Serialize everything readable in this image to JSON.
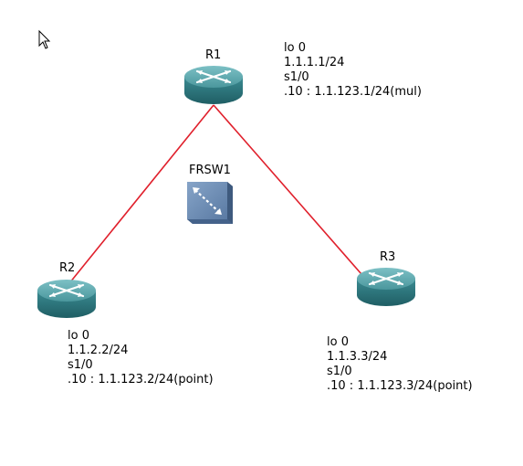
{
  "nodes": {
    "r1": {
      "name": "R1",
      "info": [
        "lo 0",
        "1.1.1.1/24",
        "s1/0",
        ".10 : 1.1.123.1/24(mul)"
      ]
    },
    "r2": {
      "name": "R2",
      "info": [
        "lo 0",
        "1.1.2.2/24",
        "s1/0",
        ".10 : 1.1.123.2/24(point)"
      ]
    },
    "r3": {
      "name": "R3",
      "info": [
        "lo 0",
        "1.1.3.3/24",
        "s1/0",
        ".10 : 1.1.123.3/24(point)"
      ]
    },
    "frsw1": {
      "name": "FRSW1"
    }
  },
  "links": [
    {
      "from": "R1",
      "to": "R2"
    },
    {
      "from": "R1",
      "to": "R3"
    }
  ],
  "colors": {
    "link": "#e0202c",
    "router_body": "#2f7f86",
    "router_top": "#5fa8ae",
    "switch": "#6f8fb6"
  }
}
